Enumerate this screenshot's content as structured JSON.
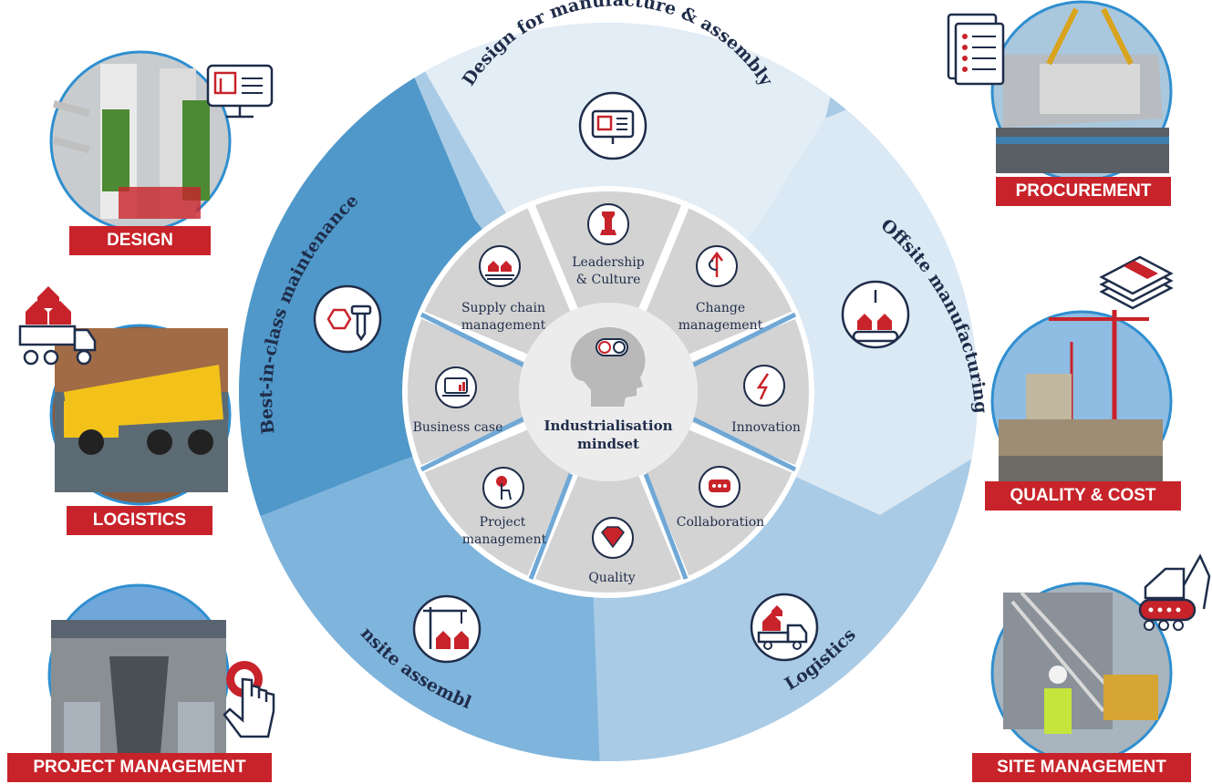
{
  "center": {
    "line1": "Industrialisation",
    "line2": "mindset"
  },
  "outer_ring": {
    "top": "Design for manufacture & assembly",
    "right": "Offsite manufacturing",
    "bottom_right": "Logistics",
    "bottom_left": "Onsite assembly",
    "left": "Best-in-class maintenance"
  },
  "inner_segments": [
    {
      "l1": "Leadership",
      "l2": "& Culture",
      "icon": "chess-rook-icon"
    },
    {
      "l1": "Change",
      "l2": "management",
      "icon": "change-arrows-icon"
    },
    {
      "l1": "Innovation",
      "l2": "",
      "icon": "lightning-bulb-icon"
    },
    {
      "l1": "Collaboration",
      "l2": "",
      "icon": "chat-bubble-icon"
    },
    {
      "l1": "Quality",
      "l2": "",
      "icon": "diamond-icon"
    },
    {
      "l1": "Project",
      "l2": "management",
      "icon": "finger-click-icon"
    },
    {
      "l1": "Business case",
      "l2": "",
      "icon": "laptop-chart-icon"
    },
    {
      "l1": "Supply chain",
      "l2": "management",
      "icon": "ship-cargo-icon"
    }
  ],
  "photo_labels": {
    "design": "DESIGN",
    "procurement": "PROCUREMENT",
    "logistics": "LOGISTICS",
    "quality_cost": "QUALITY & COST",
    "project_management": "PROJECT MANAGEMENT",
    "site_management": "SITE MANAGEMENT"
  },
  "colors": {
    "red": "#c8232a",
    "navy": "#1f2d4a",
    "blue_dark": "#4f98c9",
    "blue_mid": "#7fb4dc",
    "blue_light": "#a9cbe6",
    "blue_pale": "#e3edf6",
    "grey_ring": "#d3d3d3",
    "grey_center": "#ececec"
  }
}
